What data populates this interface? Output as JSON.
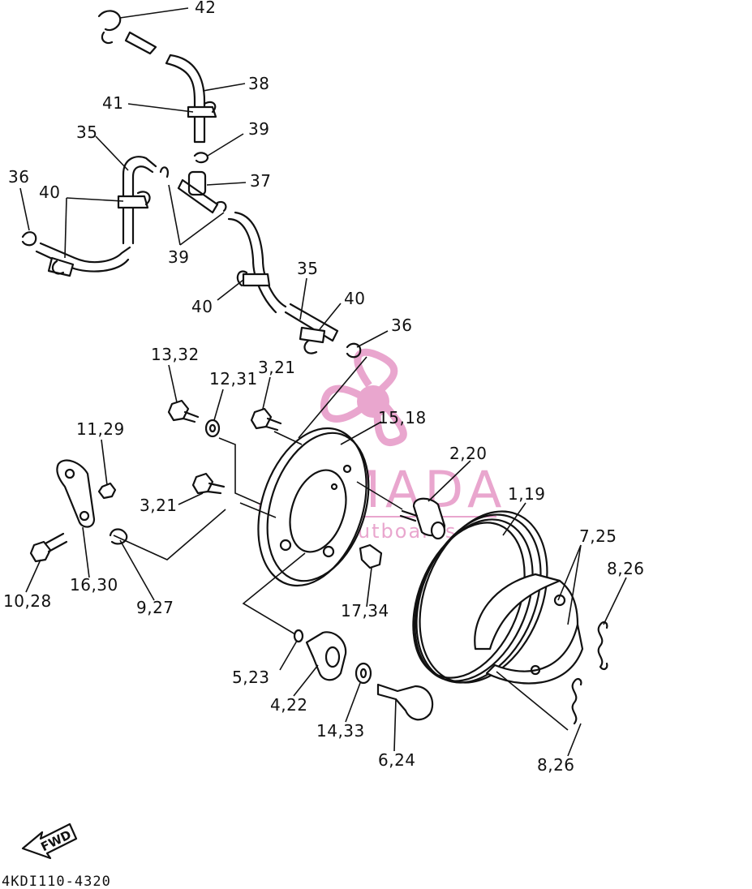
{
  "diagram_code": "4KDI110-4320",
  "direction_marker": "FWD",
  "watermark": {
    "brand": "ARMADA",
    "tagline": "marine outboards",
    "color": "#e8a2cc"
  },
  "callouts": {
    "c42": "42",
    "c38": "38",
    "c41": "41",
    "c39a": "39",
    "c35a": "35",
    "c37": "37",
    "c36a": "36",
    "c40a": "40",
    "c39b": "39",
    "c40b": "40",
    "c35b": "35",
    "c40c": "40",
    "c36b": "36",
    "c13_32": "13,32",
    "c12_31": "12,31",
    "c3_21a": "3,21",
    "c15_18": "15,18",
    "c11_29": "11,29",
    "c2_20": "2,20",
    "c1_19": "1,19",
    "c7_25": "7,25",
    "c3_21b": "3,21",
    "c8_26a": "8,26",
    "c10_28": "10,28",
    "c16_30": "16,30",
    "c9_27": "9,27",
    "c17_34": "17,34",
    "c5_23": "5,23",
    "c4_22": "4,22",
    "c14_33": "14,33",
    "c6_24": "6,24",
    "c8_26b": "8,26"
  }
}
